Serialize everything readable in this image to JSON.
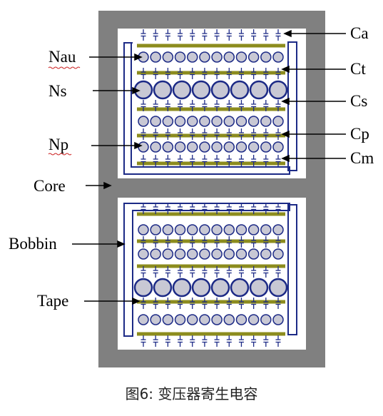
{
  "labels": {
    "ca": "Ca",
    "ct": "Ct",
    "cs": "Cs",
    "cp": "Cp",
    "cm": "Cm",
    "nau": "Nau",
    "ns": "Ns",
    "np": "Np",
    "core": "Core",
    "bobbin": "Bobbin",
    "tape": "Tape"
  },
  "caption": "图6: 变压器寄生电容",
  "colors": {
    "core": "#808080",
    "bobbin": "#1c2a86",
    "tape": "#8c8c1e",
    "wire_fill": "#c8c8d4",
    "wire_stroke": "#1c2a86"
  },
  "winding_sections": {
    "upper": [
      {
        "layer": "Nau",
        "turns": 12
      },
      {
        "layer": "Ns",
        "turns": 8
      },
      {
        "layer": "Np",
        "turns": 12
      },
      {
        "layer": "Np",
        "turns": 12
      }
    ],
    "lower": [
      {
        "layer": "Np",
        "turns": 12
      },
      {
        "layer": "Np",
        "turns": 12
      },
      {
        "layer": "Ns",
        "turns": 8
      },
      {
        "layer": "Nau",
        "turns": 12
      }
    ]
  }
}
